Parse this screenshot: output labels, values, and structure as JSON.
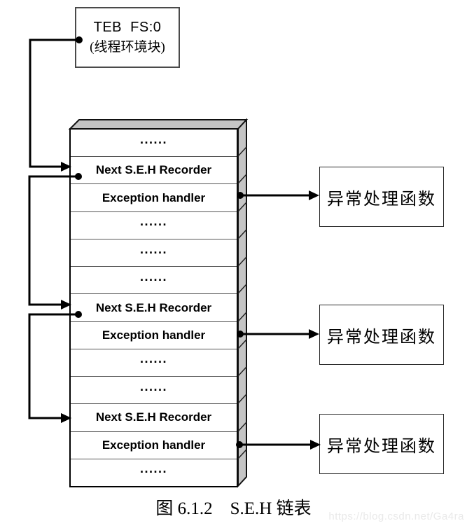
{
  "teb_box": {
    "line1": "TEB  FS:0",
    "line2": "(线程环境块)"
  },
  "stack": {
    "rows": [
      "......",
      "Next S.E.H Recorder",
      "Exception handler",
      "......",
      "......",
      "......",
      "Next S.E.H Recorder",
      "Exception handler",
      "......",
      "......",
      "Next S.E.H Recorder",
      "Exception handler",
      "......"
    ]
  },
  "handler_boxes": {
    "labels": [
      "异常处理函数",
      "异常处理函数",
      "异常处理函数"
    ]
  },
  "caption": "图 6.1.2    S.E.H 链表",
  "watermark": "https://blog.csdn.net/Ga4ra",
  "colors": {
    "line": "#000000",
    "face_gray": "#c5c5c5",
    "separator": "#555555",
    "teb_border": "#4a4a4a",
    "watermark": "#e9e9e9"
  }
}
